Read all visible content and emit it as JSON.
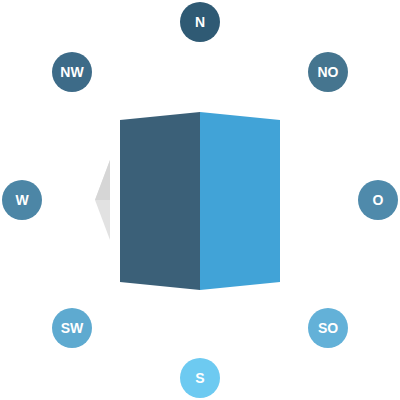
{
  "diagram": {
    "nodes": [
      {
        "text": [
          "N"
        ]
      },
      {
        "text": [
          "NW"
        ]
      },
      {
        "text": [
          "NO"
        ]
      },
      {
        "text": [
          "W"
        ]
      },
      {
        "text": [
          "O"
        ]
      },
      {
        "text": [
          "SW"
        ]
      },
      {
        "text": [
          "SO"
        ]
      },
      {
        "text": [
          "S"
        ]
      }
    ]
  }
}
